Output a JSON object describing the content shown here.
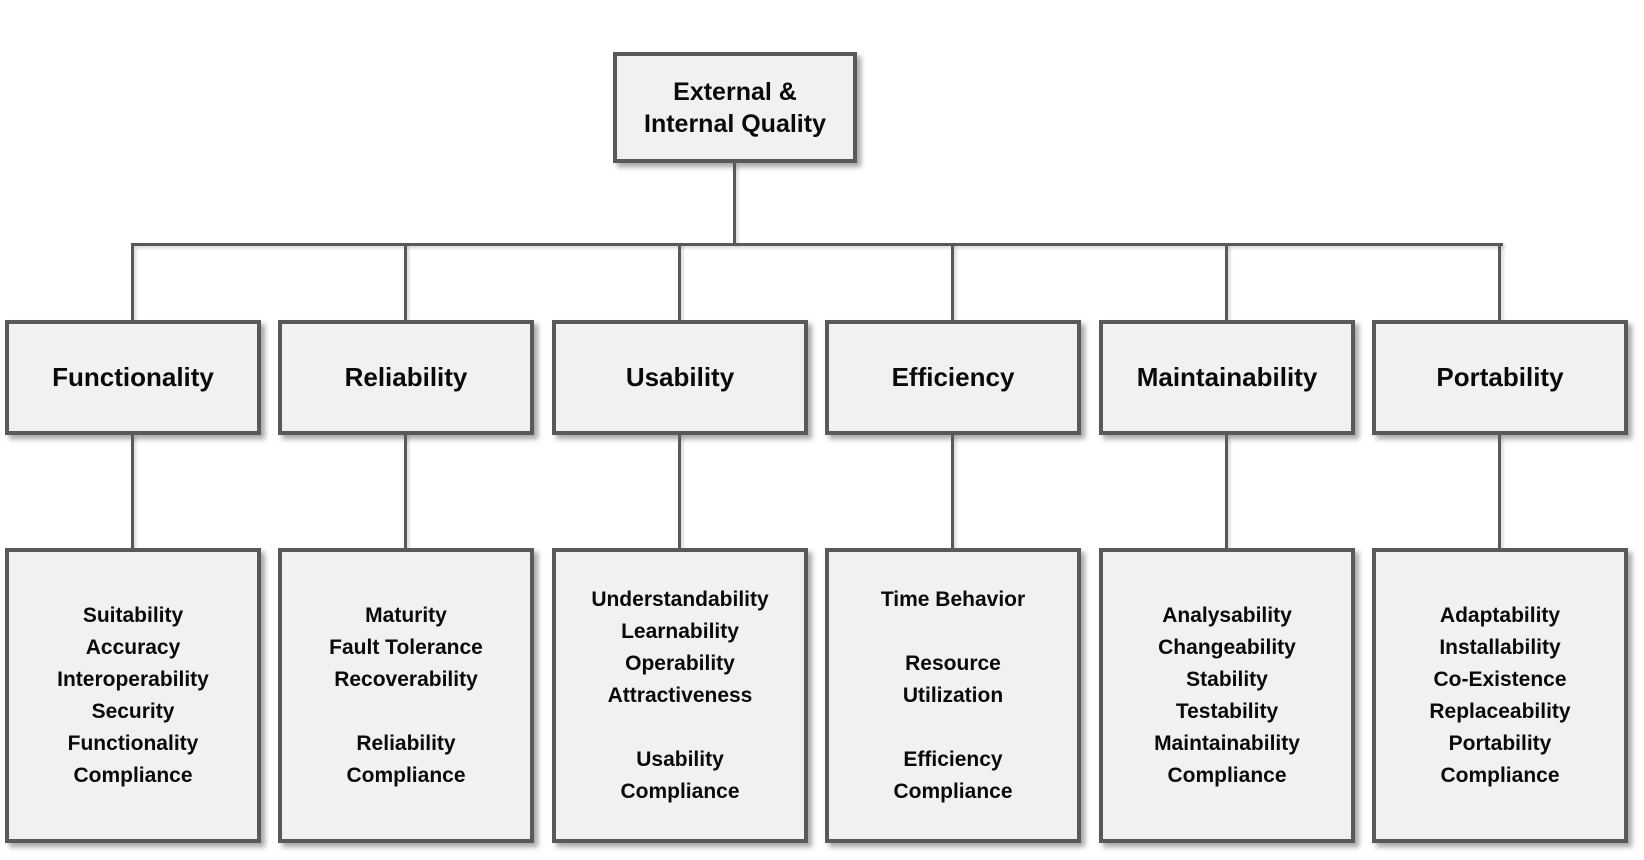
{
  "root": {
    "line1": "External &",
    "line2": "Internal Quality"
  },
  "columns": [
    {
      "title": "Functionality",
      "items": [
        "Suitability",
        "Accuracy",
        "Interoperability",
        "Security",
        "Functionality",
        "Compliance"
      ]
    },
    {
      "title": "Reliability",
      "items": [
        "Maturity",
        "Fault Tolerance",
        "Recoverability",
        "",
        "Reliability",
        "Compliance"
      ]
    },
    {
      "title": "Usability",
      "items": [
        "Understandability",
        "Learnability",
        "Operability",
        "Attractiveness",
        "",
        "Usability",
        "Compliance"
      ]
    },
    {
      "title": "Efficiency",
      "items": [
        "Time Behavior",
        "",
        "Resource",
        "Utilization",
        "",
        "Efficiency",
        "Compliance"
      ]
    },
    {
      "title": "Maintainability",
      "items": [
        "Analysability",
        "Changeability",
        "Stability",
        "Testability",
        "Maintainability",
        "Compliance"
      ]
    },
    {
      "title": "Portability",
      "items": [
        "Adaptability",
        "Installability",
        "Co-Existence",
        "Replaceability",
        "Portability",
        "Compliance"
      ]
    }
  ],
  "colors": {
    "box_fill": "#f1f1f1",
    "box_border": "#595959",
    "connector": "#595959",
    "text": "#0a0a0a",
    "background": "#ffffff"
  }
}
